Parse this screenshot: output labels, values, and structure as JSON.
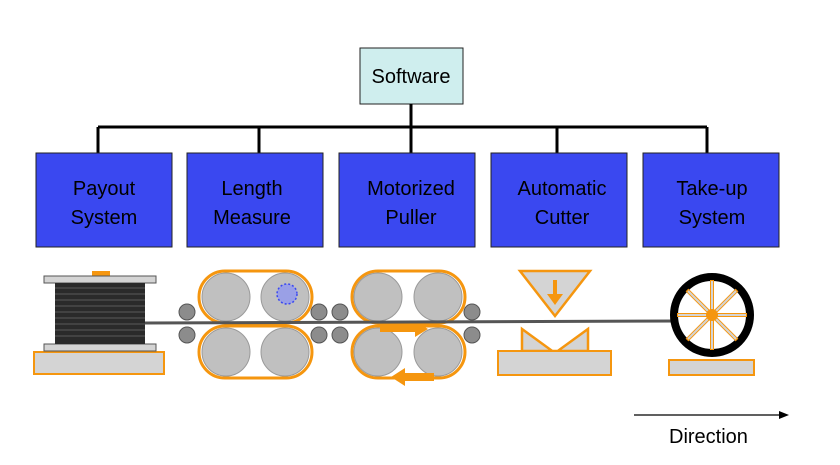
{
  "software": {
    "label": "Software"
  },
  "modules": [
    {
      "line1": "Payout",
      "line2": "System"
    },
    {
      "line1": "Length",
      "line2": "Measure"
    },
    {
      "line1": "Motorized",
      "line2": "Puller"
    },
    {
      "line1": "Automatic",
      "line2": "Cutter"
    },
    {
      "line1": "Take-up",
      "line2": "System"
    }
  ],
  "direction": {
    "label": "Direction"
  },
  "colors": {
    "software_fill": "#cfeeee",
    "module_fill": "#3a48f0",
    "equipment_outline": "#f5960f",
    "base_fill": "#d4d4d4",
    "roller_fill": "#c0c0c0",
    "small_roller_fill": "#8c8c8c",
    "cable": "#555555",
    "spool_dark": "#2a2a2a"
  }
}
